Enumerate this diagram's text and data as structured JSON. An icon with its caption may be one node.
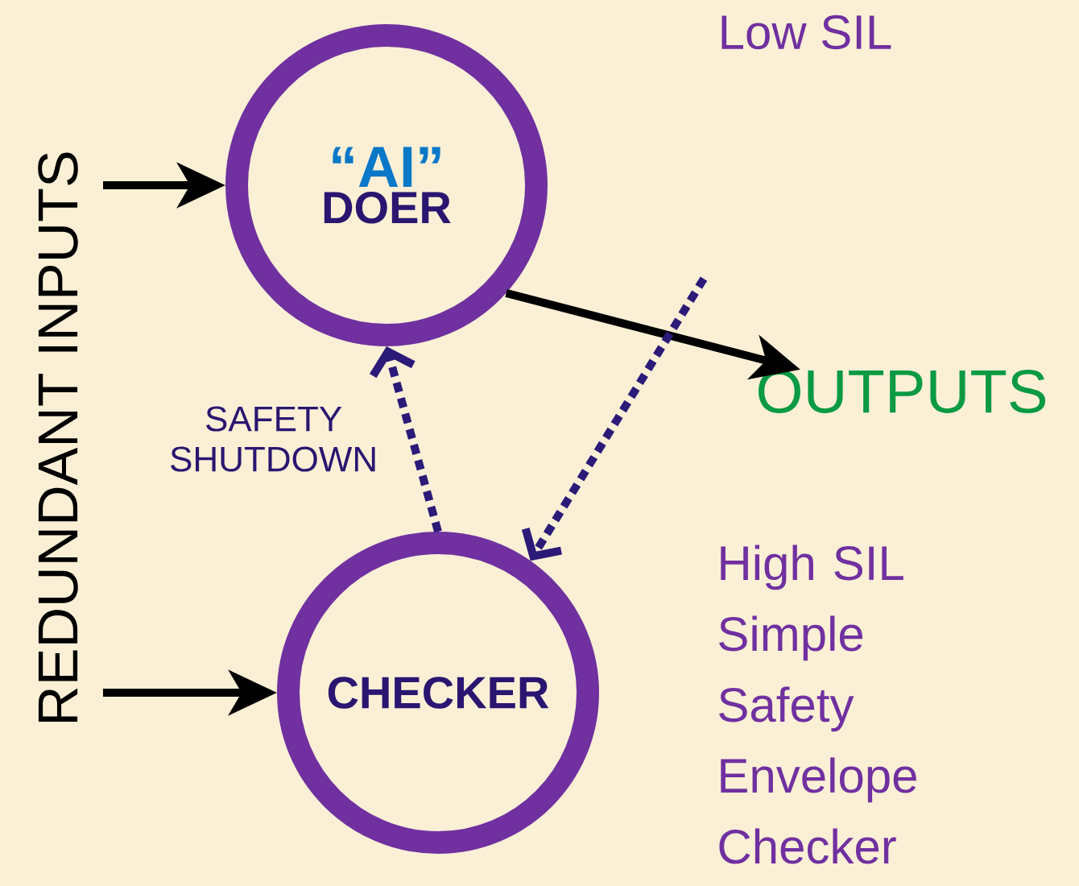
{
  "diagram": {
    "nodes": [
      {
        "text": [
          "“AI”",
          "DOER"
        ]
      },
      {
        "text": [
          "CHECKER"
        ]
      },
      {
        "text": [
          "OUTPUTS"
        ]
      },
      {
        "text": [
          "REDUNDANT INPUTS"
        ]
      }
    ],
    "edges": [
      {
        "from": 3,
        "to": 0,
        "arrow": "to"
      },
      {
        "from": 3,
        "to": 1,
        "arrow": "to"
      },
      {
        "from": 0,
        "to": 2,
        "arrow": "to"
      },
      {
        "from": null,
        "to": 1,
        "arrow": "to",
        "style": "dashed",
        "color": "#2b1a78"
      },
      {
        "from": 1,
        "to": 0,
        "arrow": "to",
        "label": "SAFETY SHUTDOWN",
        "style": "dashed",
        "color": "#2b1a78"
      }
    ],
    "labels": [
      "Low SIL",
      "High SIL Simple Safety Envelope Checker"
    ]
  }
}
